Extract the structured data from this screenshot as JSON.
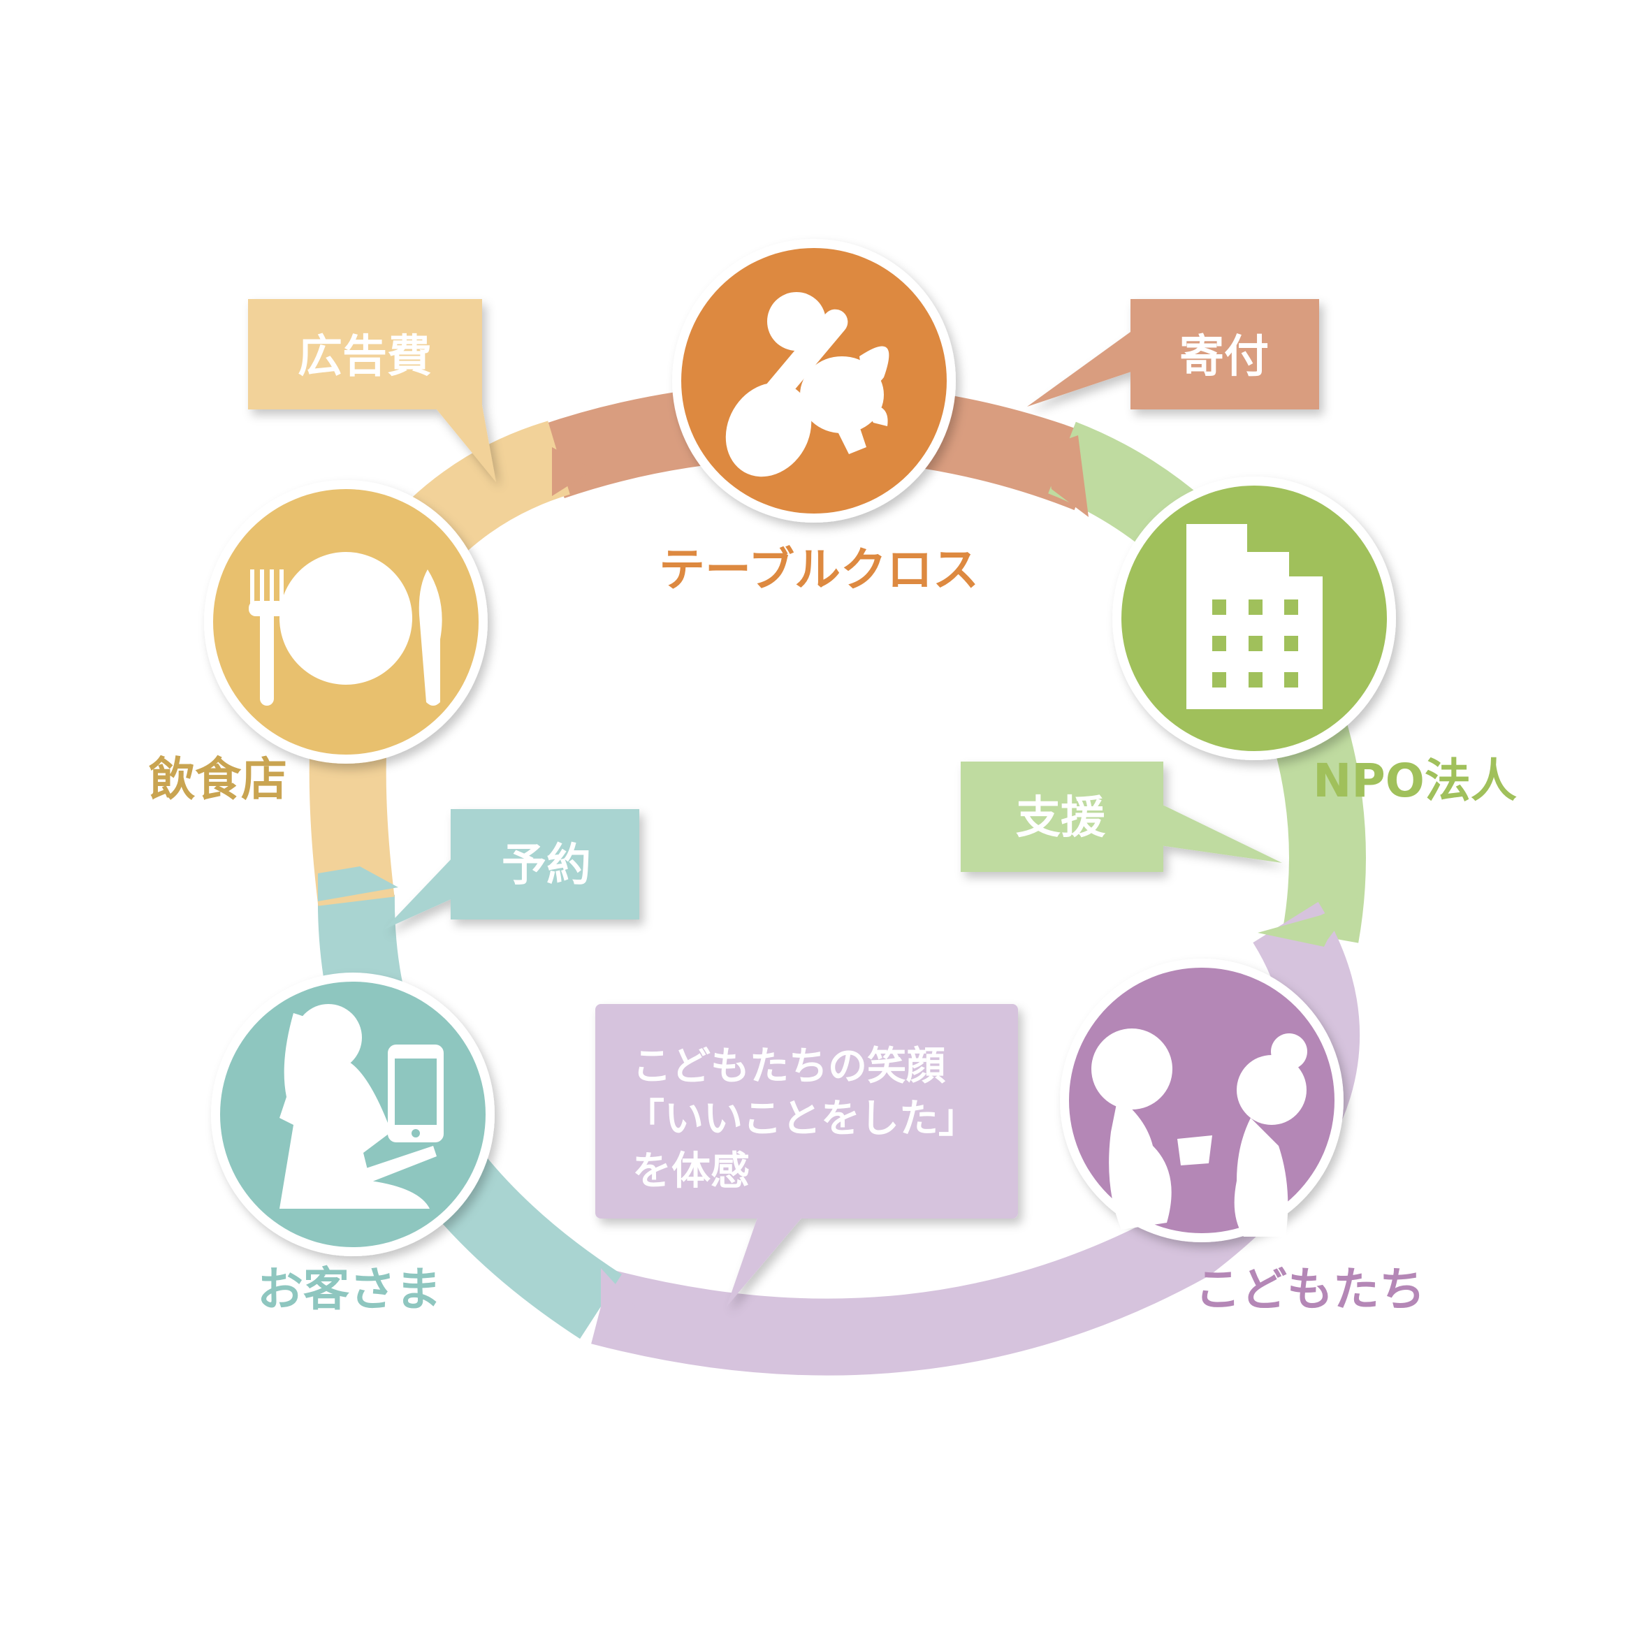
{
  "colors": {
    "orange": "#DD8940",
    "salmon": "#D99D7F",
    "green": "#A0C05B",
    "green_light": "#BFDBA0",
    "purple": "#B487B6",
    "purple_light": "#D6C3DD",
    "teal": "#8EC6BF",
    "teal_light": "#A9D4D1",
    "yellow": "#E8C06E",
    "yellow_light": "#F2D299",
    "bubble_text": "#ffffff"
  },
  "nodes": {
    "tablecross": {
      "label": "テーブルクロス",
      "icon": "cupid-spoon-icon"
    },
    "npo": {
      "label": "NPO法人",
      "icon": "building-icon"
    },
    "children": {
      "label": "こどもたち",
      "icon": "children-icon"
    },
    "customer": {
      "label": "お客さま",
      "icon": "customer-phone-icon"
    },
    "restaurant": {
      "label": "飲食店",
      "icon": "plate-fork-knife-icon"
    }
  },
  "bubbles": {
    "ad": "広告費",
    "donation": "寄付",
    "support": "支援",
    "reserve": "予約",
    "smile": {
      "line1": "こどもたちの笑顔",
      "line2": "「いいことをした」",
      "line3": "を体感"
    }
  }
}
